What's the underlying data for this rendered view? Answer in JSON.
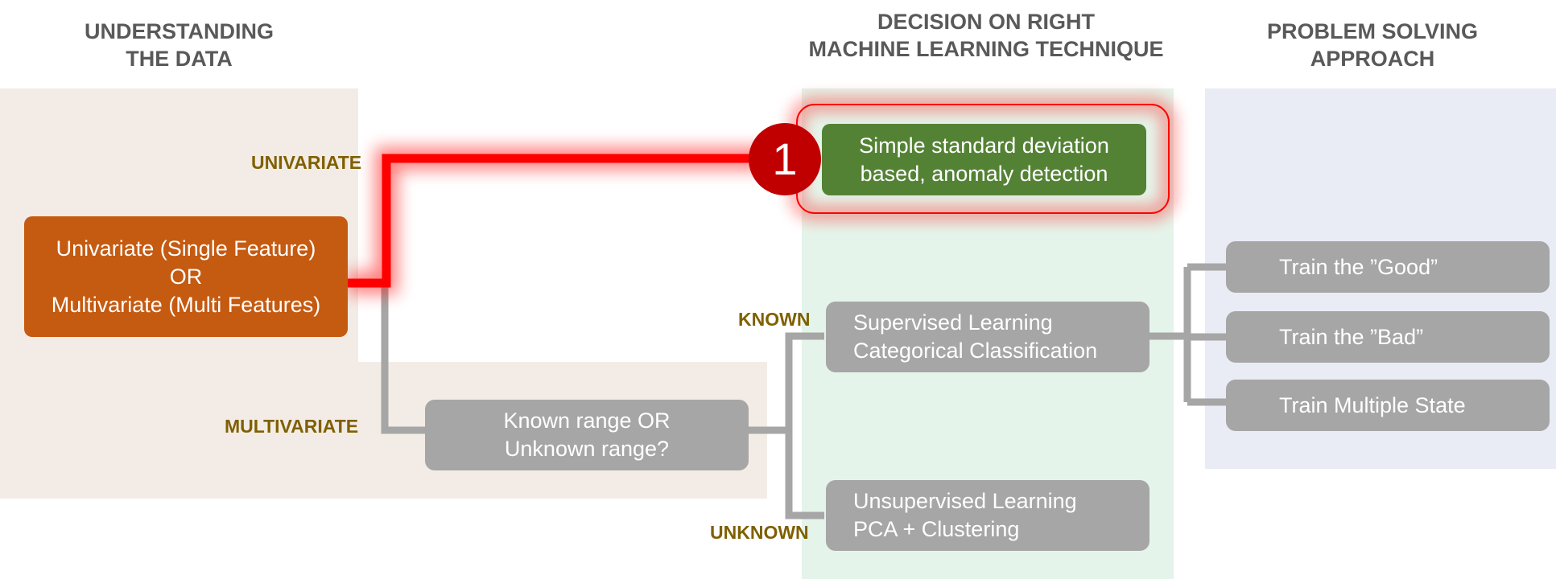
{
  "headers": {
    "understanding": "UNDERSTANDING\nTHE DATA",
    "decision": "DECISION ON RIGHT\nMACHINE LEARNING TECHNIQUE",
    "approach": "PROBLEM SOLVING\nAPPROACH"
  },
  "nodes": {
    "input": "Univariate (Single Feature)\nOR\nMultivariate (Multi Features)",
    "simple": "Simple standard deviation\nbased, anomaly detection",
    "range": "Known range OR\nUnknown range?",
    "supervised": "Supervised Learning\nCategorical Classification",
    "unsupervised": "Unsupervised Learning\nPCA + Clustering",
    "train_good": "Train the ”Good”",
    "train_bad": "Train the ”Bad”",
    "train_multiple": "Train Multiple State"
  },
  "edge_labels": {
    "univariate": "UNIVARIATE",
    "multivariate": "MULTIVARIATE",
    "known": "KNOWN",
    "unknown": "UNKNOWN"
  },
  "marker": {
    "number": "1"
  },
  "colors": {
    "input_box": "#c55a11",
    "selected_box": "#548235",
    "inactive_box": "#a6a6a6",
    "highlight": "#ff0000",
    "marker": "#c00000",
    "edge_label": "#7f6000",
    "panel_data": "#f3ece6",
    "panel_technique": "#e5f4ea",
    "panel_approach": "#e9ecf5"
  }
}
